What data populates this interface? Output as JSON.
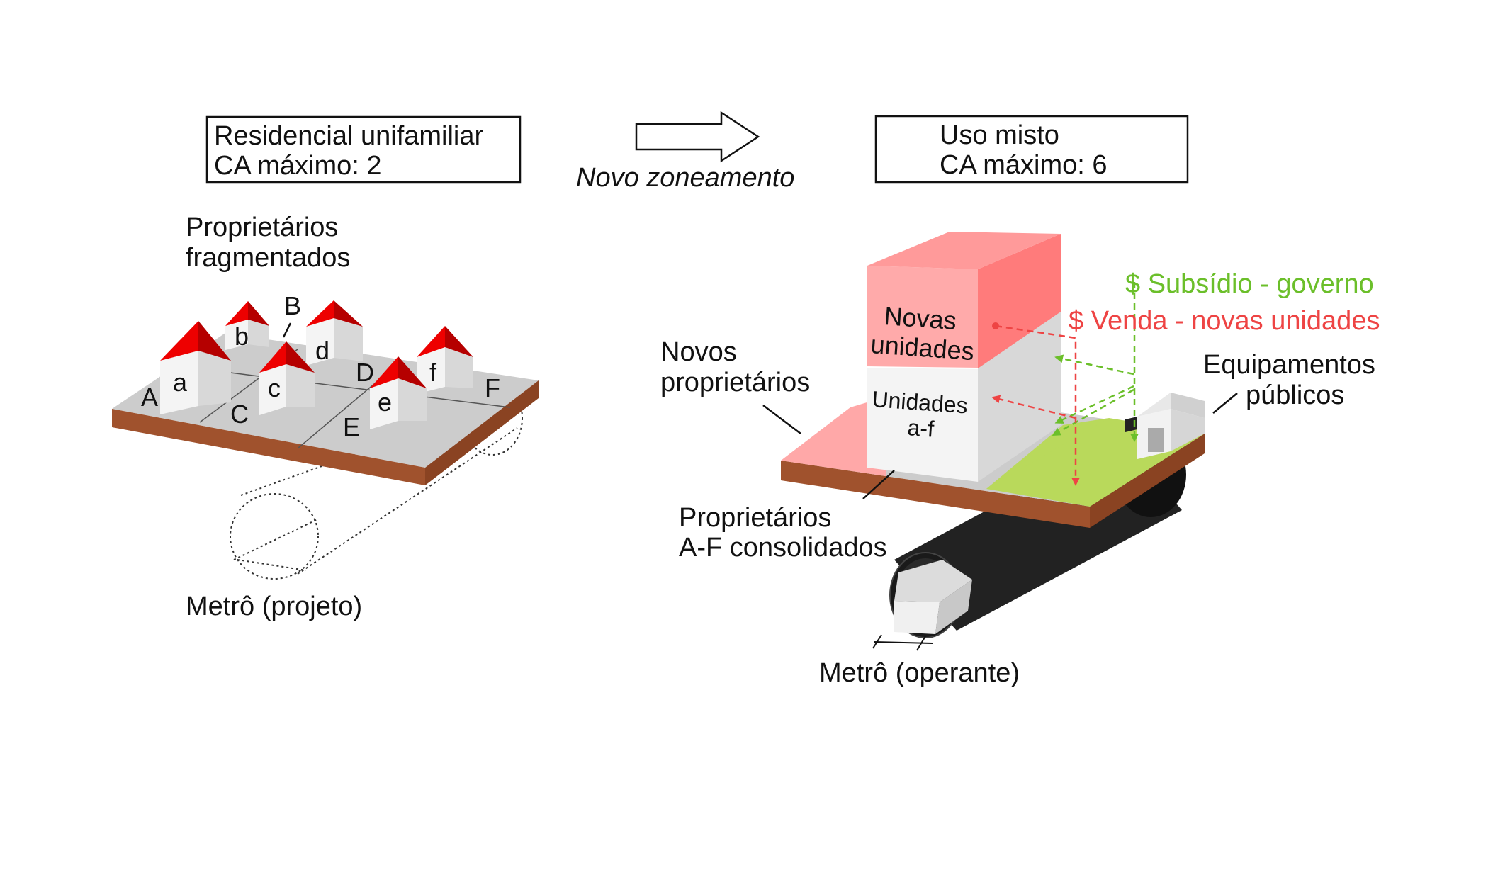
{
  "before": {
    "box_line1": "Residencial unifamiliar",
    "box_line2": "CA máximo: 2",
    "owners_line1": "Proprietários",
    "owners_line2": "fragmentados",
    "metro": "Metrô (projeto)",
    "lots": [
      "A",
      "B",
      "C",
      "D",
      "E",
      "F"
    ],
    "houses": [
      "a",
      "b",
      "c",
      "d",
      "e",
      "f"
    ]
  },
  "transition": {
    "label": "Novo zoneamento"
  },
  "after": {
    "box_line1": "Uso misto",
    "box_line2": "CA máximo: 6",
    "new_units_line1": "Novas",
    "new_units_line2": "unidades",
    "units_line1": "Unidades",
    "units_line2": "a-f",
    "new_owners_line1": "Novos",
    "new_owners_line2": "proprietários",
    "consolidated_line1": "Proprietários",
    "consolidated_line2": "A-F consolidados",
    "equipment_line1": "Equipamentos",
    "equipment_line2": "públicos",
    "subsidy": "$ Subsídio - governo",
    "sale": "$ Venda - novas unidades",
    "metro": "Metrô (operante)"
  },
  "colors": {
    "roof": "#ee0000",
    "wall_front": "#f4f4f4",
    "wall_side": "#d8d8d8",
    "ground": "#cccccc",
    "soil": "#a0522d",
    "tower_pink_front": "#ffaaaa",
    "tower_pink_side": "#ff7b7b",
    "plaza_pink": "#ffa8a8",
    "green_area": "#b9d95b",
    "subsidy_green": "#6bbf2a",
    "sale_red": "#ee4444"
  }
}
